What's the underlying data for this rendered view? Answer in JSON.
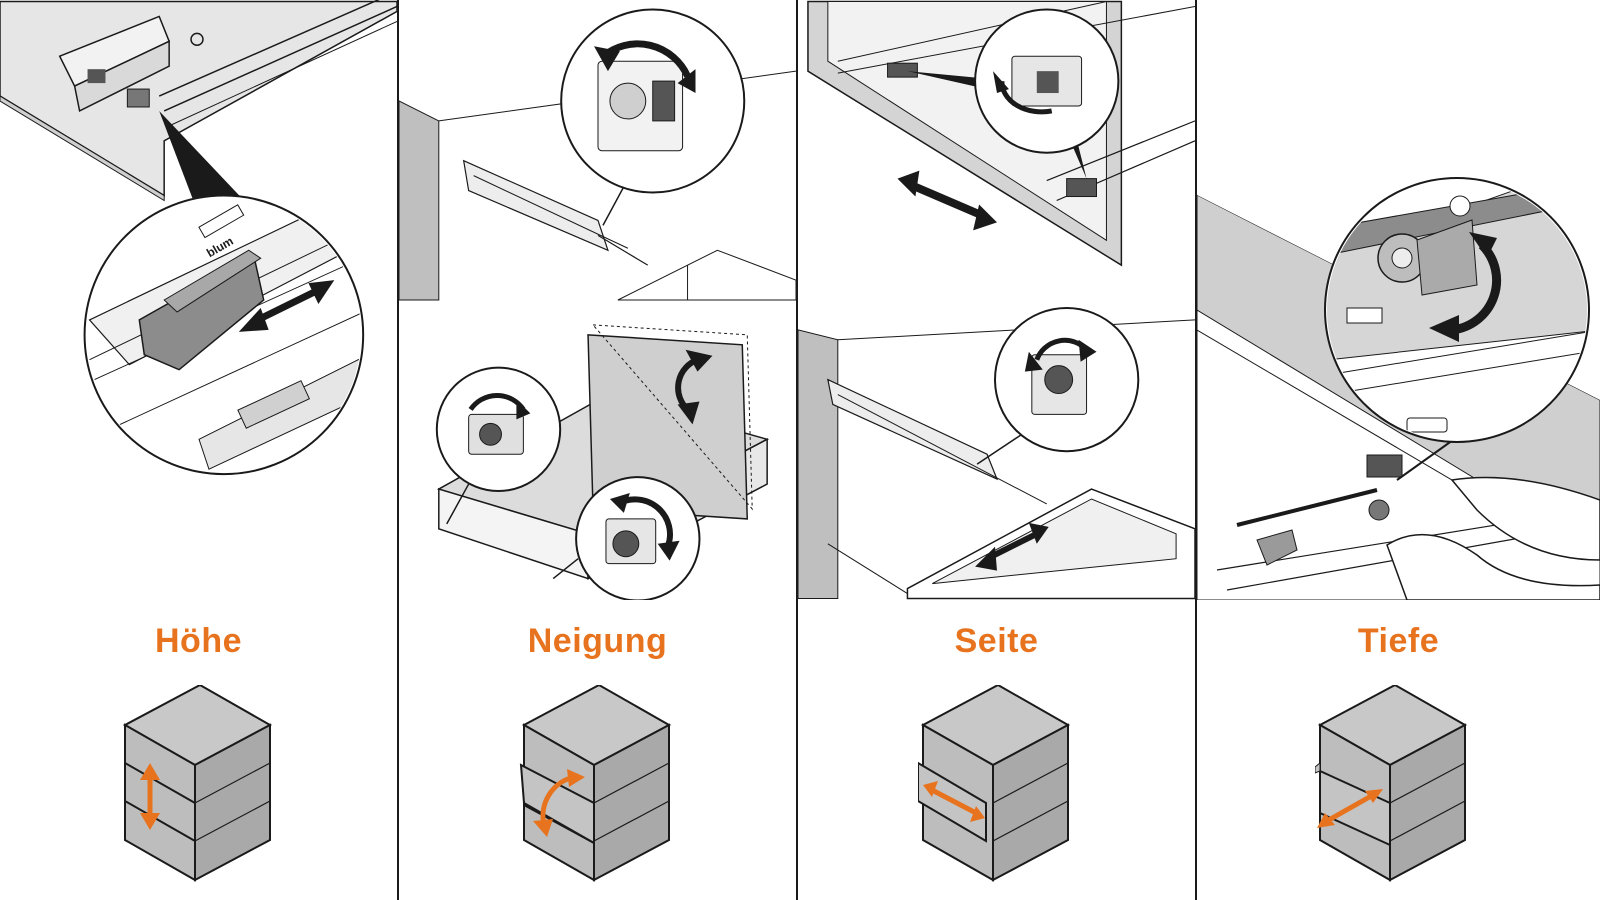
{
  "accent_color": "#e8731e",
  "line_color": "#1a1a1a",
  "panels": [
    {
      "label": "Höhe",
      "cabinet_arrow": "vertical-double-arrow-icon",
      "logo_text": "blum"
    },
    {
      "label": "Neigung",
      "cabinet_arrow": "curved-double-arrow-icon"
    },
    {
      "label": "Seite",
      "cabinet_arrow": "diagonal-double-arrow-icon"
    },
    {
      "label": "Tiefe",
      "cabinet_arrow": "depth-double-arrow-icon"
    }
  ]
}
